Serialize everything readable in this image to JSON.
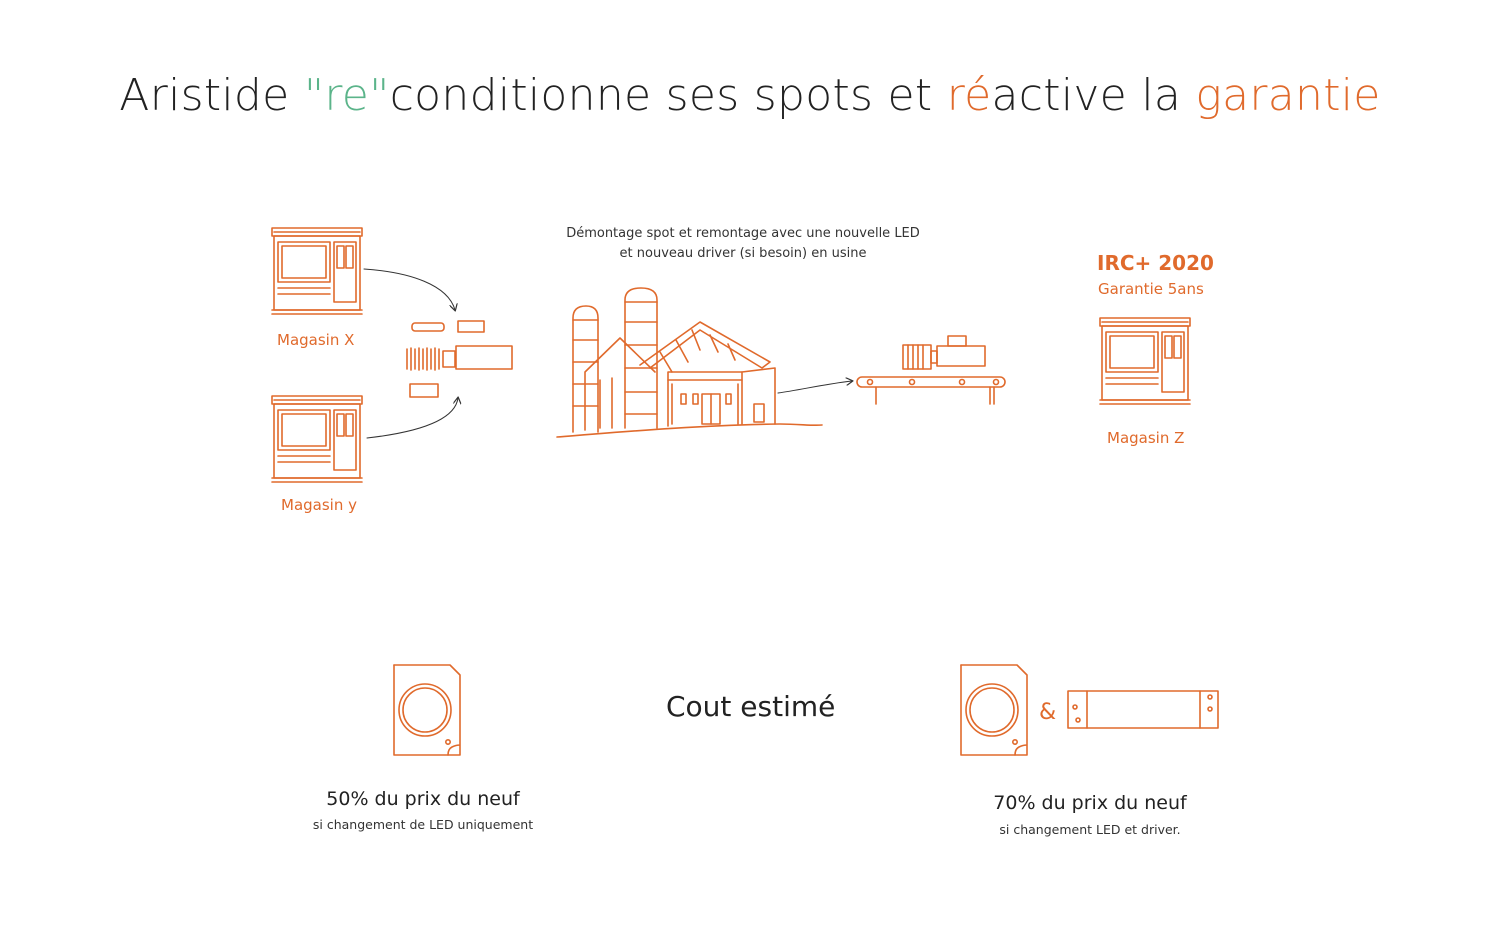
{
  "title": {
    "part1": "Aristide ",
    "re_quoted": "\"re\"",
    "part2": "conditionne ses spots et ",
    "re_accent": "ré",
    "part3": "active la ",
    "garantie": "garantie"
  },
  "stores": {
    "x": "Magasin X",
    "y": "Magasin y",
    "z": "Magasin Z"
  },
  "factory_note": {
    "line1": "Démontage spot et remontage avec une nouvelle LED",
    "line2": "et nouveau driver (si besoin) en usine"
  },
  "warranty": {
    "title": "IRC+ 2020",
    "subtitle": "Garantie 5ans"
  },
  "cost": {
    "heading": "Cout estimé",
    "ampersand": "&",
    "led_only": {
      "percent": "50% du prix du neuf",
      "detail": "si changement de LED uniquement"
    },
    "led_driver": {
      "percent": "70% du prix du neuf",
      "detail": "si changement LED et driver."
    }
  },
  "colors": {
    "accent": "#e06a2c",
    "green": "#5bb48a",
    "text": "#222222"
  }
}
